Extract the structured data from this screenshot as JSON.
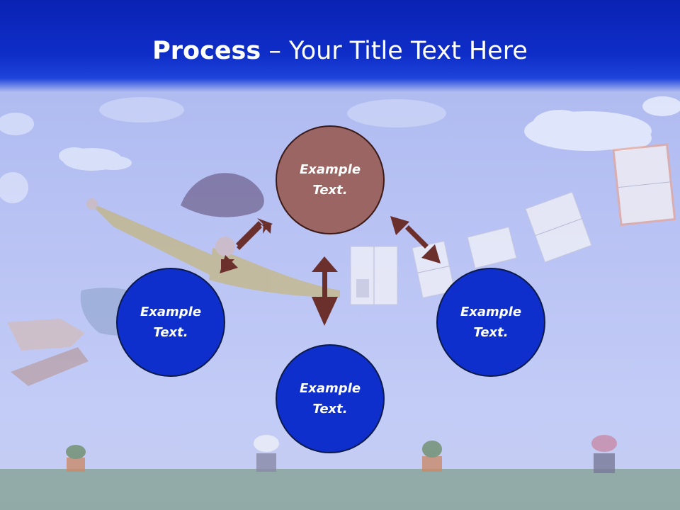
{
  "title": {
    "bold": "Process",
    "rest": " – Your Title Text Here"
  },
  "nodes": {
    "top": {
      "line1": "Example",
      "line2": "Text."
    },
    "left": {
      "line1": "Example",
      "line2": "Text."
    },
    "right": {
      "line1": "Example",
      "line2": "Text."
    },
    "bottom": {
      "line1": "Example",
      "line2": "Text."
    }
  },
  "colors": {
    "header": "#0f2ec8",
    "node_blue": "#0f2fcd",
    "node_brown": "#9b6563",
    "arrow": "#6b2f2c"
  }
}
